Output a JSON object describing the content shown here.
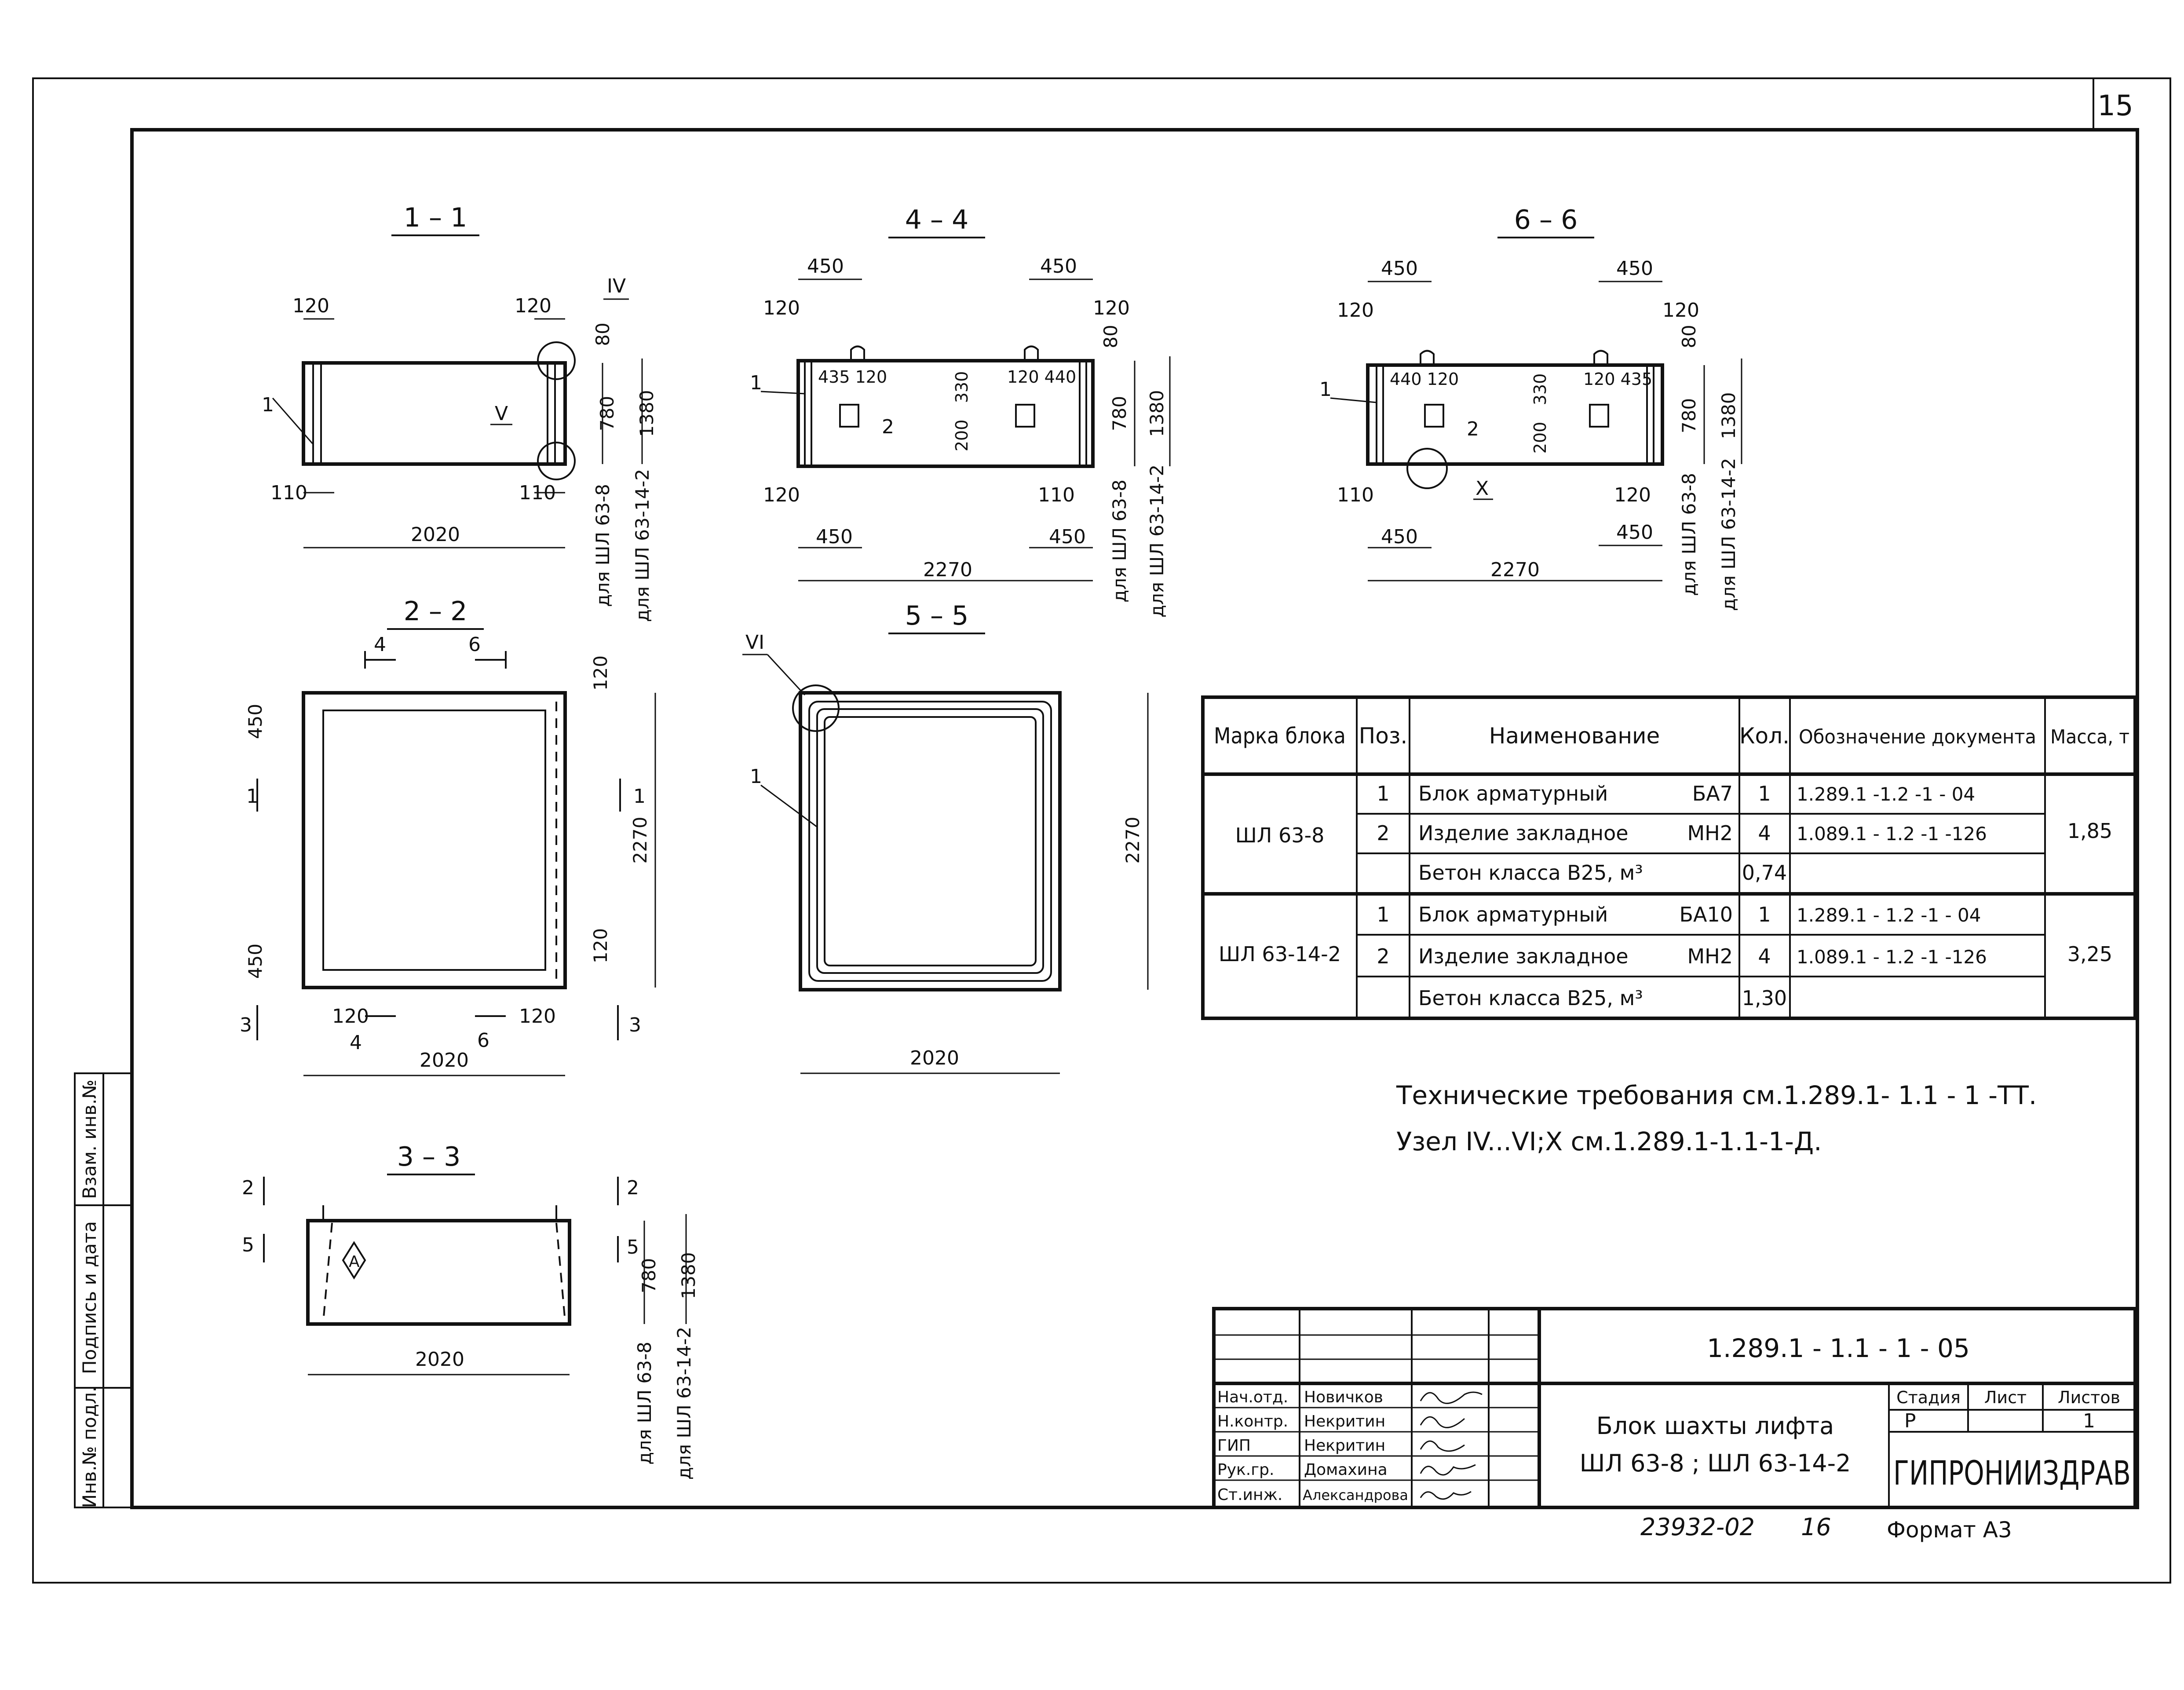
{
  "sheet_number": "15",
  "sections": {
    "s11": "1 – 1",
    "s44": "4 – 4",
    "s66": "6 – 6",
    "s22": "2 – 2",
    "s55": "5 – 5",
    "s33": "3 – 3"
  },
  "dims": {
    "d120": "120",
    "d110": "110",
    "d80": "80",
    "d450": "450",
    "d440": "440",
    "d435": "435",
    "d780": "780",
    "d1380": "1380",
    "d2020": "2020",
    "d2270": "2270",
    "d200": "200",
    "d330": "330",
    "d435_120": "435 120",
    "d120_440": "120 440",
    "d440_120": "440 120",
    "d120_435": "120 435",
    "for_8": "для ШЛ 63-8",
    "for_142": "для ШЛ 63-14-2"
  },
  "markers": {
    "m1": "1",
    "m2": "2",
    "m3": "3",
    "m4": "4",
    "m5": "5",
    "m6": "6",
    "IV": "IV",
    "V": "V",
    "VI": "VI",
    "X": "X",
    "A": "А"
  },
  "spec_table": {
    "headers": [
      "Марка блока",
      "Поз.",
      "Наименование",
      "Кол.",
      "Обозначение документа",
      "Масса, т"
    ],
    "rows": [
      {
        "mark": "ШЛ 63-8",
        "mass": "1,85",
        "items": [
          {
            "pos": "1",
            "name": "Блок арматурный",
            "code": "БА7",
            "qty": "1",
            "doc": "1.289.1 -1.2 -1 - 04"
          },
          {
            "pos": "2",
            "name": "Изделие закладное",
            "code": "МН2",
            "qty": "4",
            "doc": "1.089.1 - 1.2 -1 -126"
          },
          {
            "pos": "",
            "name": "Бетон класса В25, м³",
            "code": "",
            "qty": "0,74",
            "doc": ""
          }
        ]
      },
      {
        "mark": "ШЛ 63-14-2",
        "mass": "3,25",
        "items": [
          {
            "pos": "1",
            "name": "Блок арматурный",
            "code": "БА10",
            "qty": "1",
            "doc": "1.289.1 - 1.2 -1 - 04"
          },
          {
            "pos": "2",
            "name": "Изделие закладное",
            "code": "МН2",
            "qty": "4",
            "doc": "1.089.1 - 1.2 -1 -126"
          },
          {
            "pos": "",
            "name": "Бетон класса В25, м³",
            "code": "",
            "qty": "1,30",
            "doc": ""
          }
        ]
      }
    ]
  },
  "notes": {
    "line1": "Технические требования см.1.289.1- 1.1 - 1 -ТТ.",
    "line2": "Узел IV...VI;X см.1.289.1-1.1-1-Д."
  },
  "side_stamp": {
    "c1": "Инв.№ подл.",
    "c2": "Подпись и дата",
    "c3": "Взам. инв.№"
  },
  "title_block": {
    "doc_code": "1.289.1 - 1.1 - 1 - 05",
    "title_line1": "Блок шахты лифта",
    "title_line2": "ШЛ 63-8 ; ШЛ 63-14-2",
    "stage_label": "Стадия",
    "sheet_label": "Лист",
    "sheets_label": "Листов",
    "stage": "Р",
    "sheets": "1",
    "org": "ГИПРОНИИЗДРАВ",
    "people": [
      {
        "role": "Нач.отд.",
        "name": "Новичков"
      },
      {
        "role": "Н.контр.",
        "name": "Некритин"
      },
      {
        "role": "ГИП",
        "name": "Некритин"
      },
      {
        "role": "Рук.гр.",
        "name": "Домахина"
      },
      {
        "role": "Ст.инж.",
        "name": "Александрова"
      }
    ]
  },
  "footer": {
    "inv": "23932-02",
    "copy": "16",
    "format": "Формат А3"
  }
}
